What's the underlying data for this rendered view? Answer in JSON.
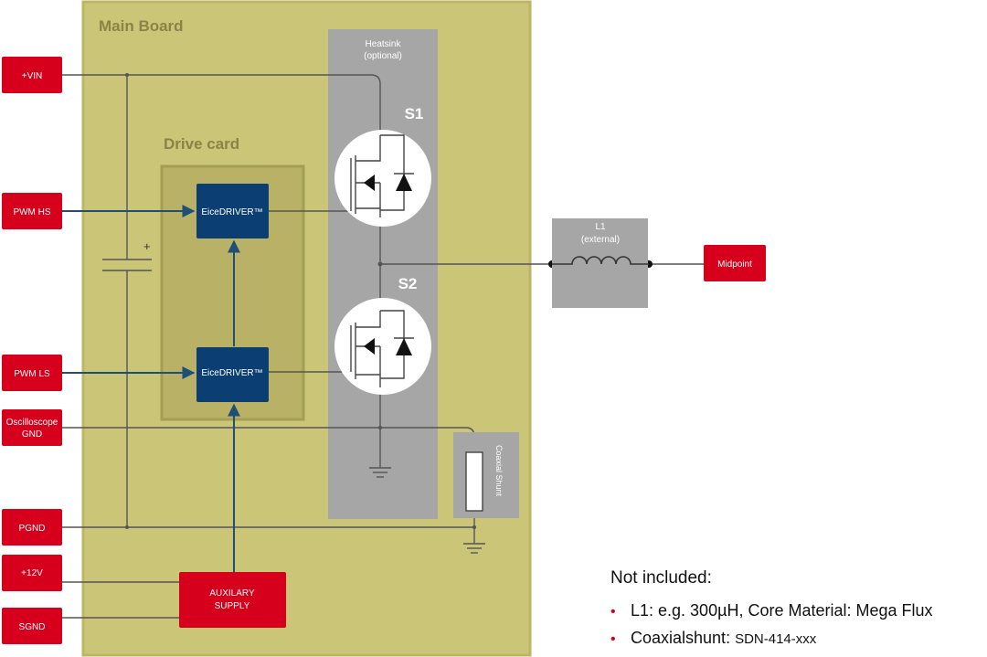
{
  "main_board": {
    "title": "Main Board"
  },
  "drive_card": {
    "title": "Drive card"
  },
  "heatsink": {
    "line1": "Heatsink",
    "line2": "(optional)"
  },
  "switches": {
    "s1": "S1",
    "s2": "S2"
  },
  "drivers": {
    "hs": "EiceDRIVER™",
    "ls": "EiceDRIVER™"
  },
  "inductor": {
    "line1": "L1",
    "line2": "(external)"
  },
  "shunt": {
    "label": "Coaxial Shunt"
  },
  "capacitor": {
    "polarity": "+"
  },
  "aux_supply": {
    "line1": "AUXILARY",
    "line2": "SUPPLY"
  },
  "terminals": {
    "vin": "+VIN",
    "pwm_hs": "PWM HS",
    "pwm_ls": "PWM LS",
    "osc_gnd_1": "Oscilloscope",
    "osc_gnd_2": "GND",
    "pgnd": "PGND",
    "v12": "+12V",
    "sgnd": "SGND",
    "midpoint": "Midpoint"
  },
  "notes": {
    "title": "Not included:",
    "item1": "L1: e.g. 300µH, Core Material: Mega Flux",
    "item2_a": "Coaxialshunt: ",
    "item2_b": "SDN-414-xxx"
  },
  "colors": {
    "board": "#cbc677",
    "board_border": "#bdb566",
    "drive_card": "#b9b266",
    "heatsink": "#a6a6a6",
    "driver": "#0b3f74",
    "terminal": "#d6001c",
    "signal_line": "#1f4e79",
    "wire": "#555555"
  }
}
